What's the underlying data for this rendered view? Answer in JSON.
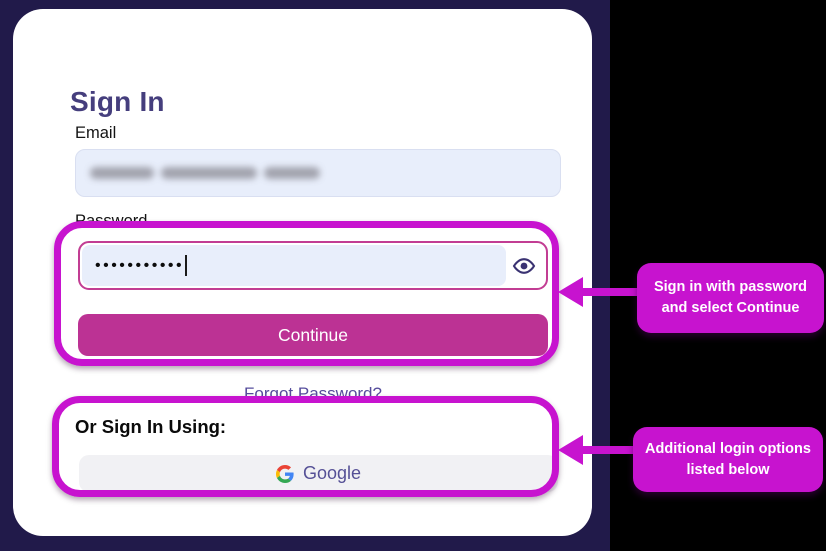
{
  "app": {
    "signin_card": {
      "heading": "Sign In",
      "email_label": "Email",
      "password_label": "Password",
      "password_masked": "•••••••••••",
      "continue_label": "Continue",
      "forgot_password_label": "Forgot Password?",
      "or_signin_heading": "Or Sign In Using:",
      "google_label": "Google"
    }
  },
  "annotations": {
    "password_callout": {
      "line1": "Sign in with password",
      "line2": "and select Continue"
    },
    "sso_callout": {
      "line1": "Additional login options",
      "line2": "listed below"
    }
  },
  "icons": {
    "eye": "password-visibility-eye-icon",
    "google_g": "google-g-icon"
  },
  "colors": {
    "annotation_magenta": "#c713cf",
    "continue_pink": "#bc3294",
    "password_border_pink": "#c23d93",
    "app_background_purple": "#211a4a",
    "canvas_black": "#000000",
    "heading_purple": "#453e7d",
    "link_purple": "#554c9c",
    "input_lavender": "#e8eefb",
    "google_button_gray": "#f1f1f4"
  }
}
